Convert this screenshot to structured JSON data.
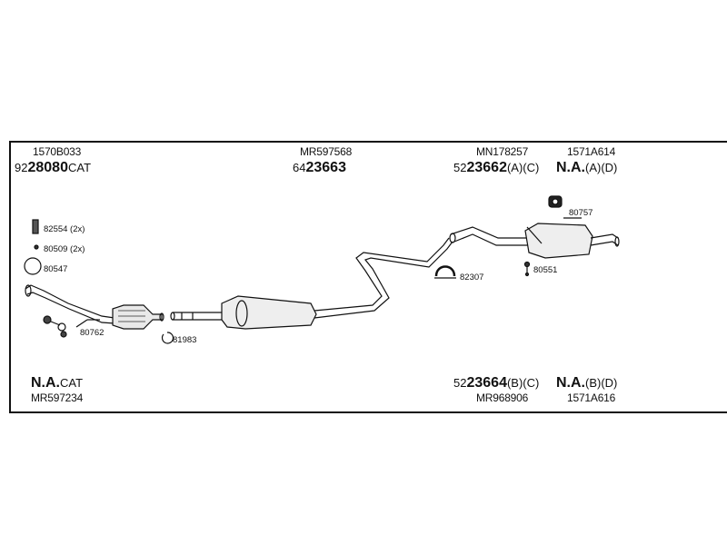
{
  "top_row": [
    {
      "id": "1570B033",
      "prefix": "92",
      "code": "28080",
      "suffix": "CAT"
    },
    {
      "id": "MR597568",
      "prefix": "64",
      "code": "23663",
      "suffix": ""
    },
    {
      "id": "MN178257",
      "prefix": "52",
      "code": "23662",
      "suffix": "(A)(C)"
    },
    {
      "id": "1571A614",
      "prefix": "",
      "code": "N.A.",
      "suffix": "(A)(D)"
    }
  ],
  "bottom_row": [
    {
      "id": "MR597234",
      "prefix": "",
      "code": "N.A.",
      "suffix": "CAT"
    },
    {
      "id": "MR968906",
      "prefix": "52",
      "code": "23664",
      "suffix": "(B)(C)"
    },
    {
      "id": "1571A616",
      "prefix": "",
      "code": "N.A.",
      "suffix": "(B)(D)"
    }
  ],
  "parts": {
    "p82554": "82554 (2x)",
    "p80509": "80509 (2x)",
    "p80547": "80547",
    "p80762": "80762",
    "p81983": "81983",
    "p82307": "82307",
    "p80757": "80757",
    "p80551": "80551"
  }
}
